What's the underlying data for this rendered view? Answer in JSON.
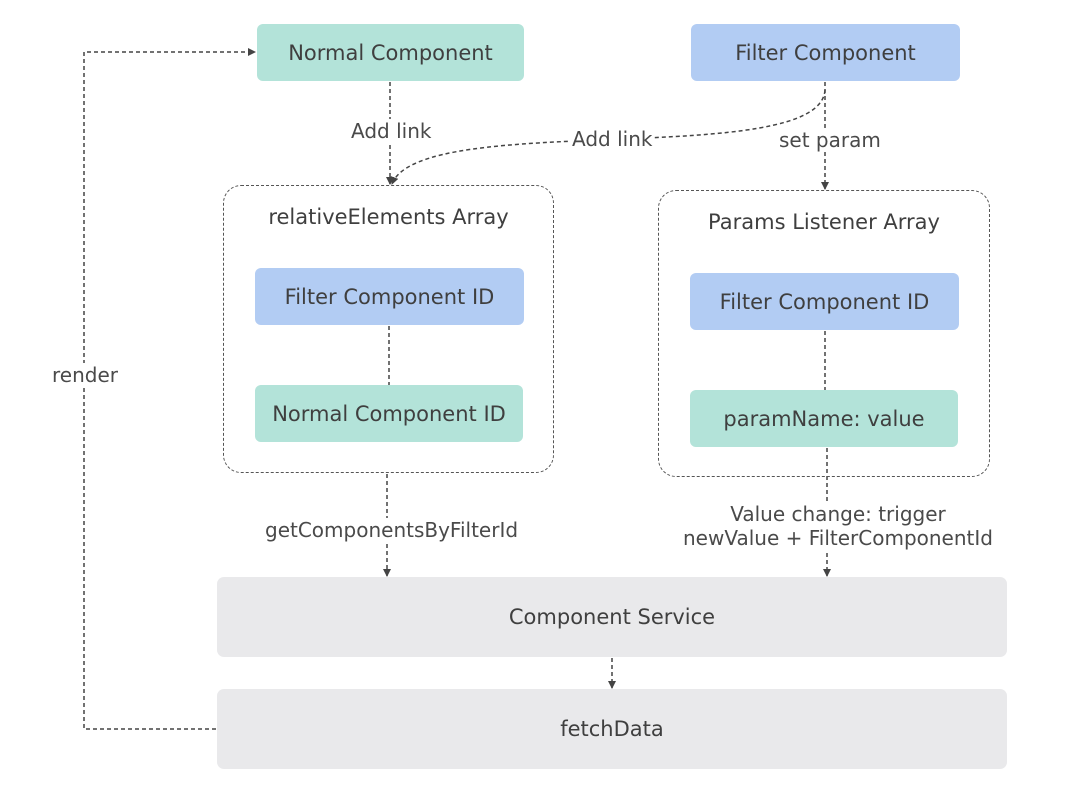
{
  "nodes": {
    "normal_component": "Normal Component",
    "filter_component": "Filter Component",
    "relative_elements_title": "relativeElements Array",
    "relative_filter_id": "Filter Component ID",
    "relative_normal_id": "Normal Component ID",
    "params_listener_title": "Params Listener Array",
    "params_filter_id": "Filter Component ID",
    "params_param_value": "paramName: value",
    "component_service": "Component Service",
    "fetch_data": "fetchData"
  },
  "edges": {
    "add_link_normal": "Add link",
    "add_link_filter": "Add link",
    "set_param": "set param",
    "get_components": "getComponentsByFilterId",
    "value_change_line1": "Value change: trigger",
    "value_change_line2": "newValue + FilterComponentId",
    "render": "render"
  },
  "colors": {
    "teal": "#b3e3d9",
    "blue": "#b2ccf3",
    "gray": "#e9e9eb",
    "line": "#444444"
  }
}
